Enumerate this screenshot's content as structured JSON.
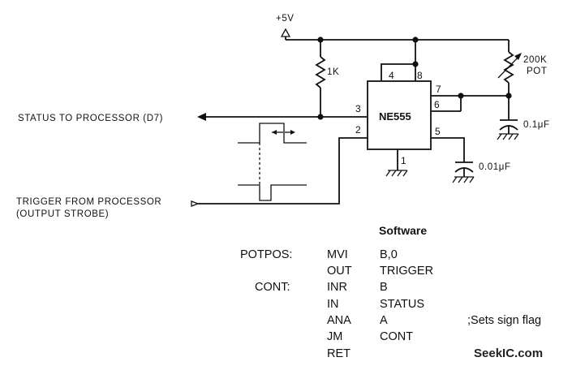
{
  "schematic": {
    "supply_label": "+5V",
    "chip_label": "NE555",
    "resistor_label": "1K",
    "pot_label_line1": "200K",
    "pot_label_line2": "POT",
    "cap1_label": "0.1μF",
    "cap2_label": "0.01μF",
    "status_label": "STATUS TO PROCESSOR (D7)",
    "trigger_label_line1": "TRIGGER FROM PROCESSOR",
    "trigger_label_line2": "(OUTPUT STROBE)",
    "pins": {
      "p1": "1",
      "p2": "2",
      "p3": "3",
      "p4": "4",
      "p5": "5",
      "p6": "6",
      "p7": "7",
      "p8": "8"
    }
  },
  "software": {
    "title": "Software",
    "rows": [
      {
        "label": "POTPOS:",
        "op": "MVI",
        "arg": "B,0",
        "comment": ""
      },
      {
        "label": "",
        "op": "OUT",
        "arg": "TRIGGER",
        "comment": ""
      },
      {
        "label": "CONT:",
        "op": "INR",
        "arg": "B",
        "comment": ""
      },
      {
        "label": "",
        "op": "IN",
        "arg": "STATUS",
        "comment": ""
      },
      {
        "label": "",
        "op": "ANA",
        "arg": "A",
        "comment": ";Sets sign flag"
      },
      {
        "label": "",
        "op": "JM",
        "arg": "CONT",
        "comment": ""
      },
      {
        "label": "",
        "op": "RET",
        "arg": "",
        "comment": ""
      }
    ]
  },
  "watermark": "SeekIC.com"
}
